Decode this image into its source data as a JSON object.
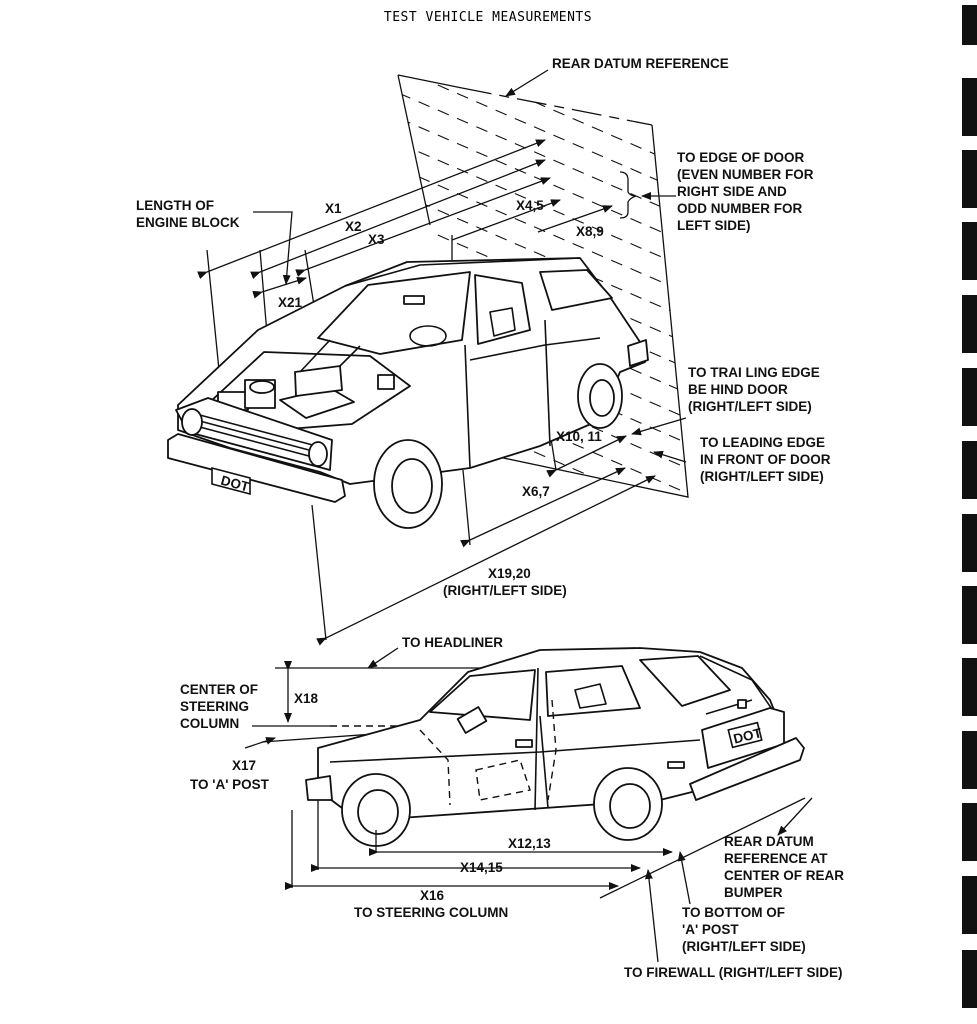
{
  "page_title": "TEST VEHICLE MEASUREMENTS",
  "upper_view": {
    "labels": {
      "rear_datum": "REAR DATUM REFERENCE",
      "edge_of_door_1": "TO EDGE OF DOOR",
      "edge_of_door_2": "(EVEN NUMBER FOR",
      "edge_of_door_3": "RIGHT SIDE AND",
      "edge_of_door_4": "ODD NUMBER FOR",
      "edge_of_door_5": "LEFT SIDE)",
      "engine_block_1": "LENGTH OF",
      "engine_block_2": "ENGINE BLOCK",
      "x1": "X1",
      "x2": "X2",
      "x3": "X3",
      "x45": "X4,5",
      "x89": "X8,9",
      "x21": "X21",
      "trailing_1": "TO TRAI LING EDGE",
      "trailing_2": "BE HIND DOOR",
      "trailing_3": "(RIGHT/LEFT SIDE)",
      "x1011": "X10, 11",
      "leading_1": "TO LEADING EDGE",
      "leading_2": "IN FRONT OF DOOR",
      "leading_3": "(RIGHT/LEFT SIDE)",
      "x67": "X6,7",
      "x1920": "X19,20",
      "x1920_sub": "(RIGHT/LEFT SIDE)",
      "plate": "DOT"
    }
  },
  "lower_view": {
    "labels": {
      "headliner": "TO HEADLINER",
      "steering_1": "CENTER OF",
      "steering_2": "STEERING",
      "steering_3": "COLUMN",
      "x18": "X18",
      "x17": "X17",
      "a_post": "TO 'A' POST",
      "x1213": "X12,13",
      "x1415": "X14,15",
      "x16": "X16",
      "steering_column": "TO STEERING COLUMN",
      "rear_bumper_1": "REAR DATUM",
      "rear_bumper_2": "REFERENCE AT",
      "rear_bumper_3": "CENTER OF REAR",
      "rear_bumper_4": "BUMPER",
      "bottom_a_1": "TO BOTTOM OF",
      "bottom_a_2": "'A' POST",
      "bottom_a_3": "(RIGHT/LEFT SIDE)",
      "firewall": "TO FIREWALL (RIGHT/LEFT SIDE)",
      "plate": "DOT"
    }
  }
}
